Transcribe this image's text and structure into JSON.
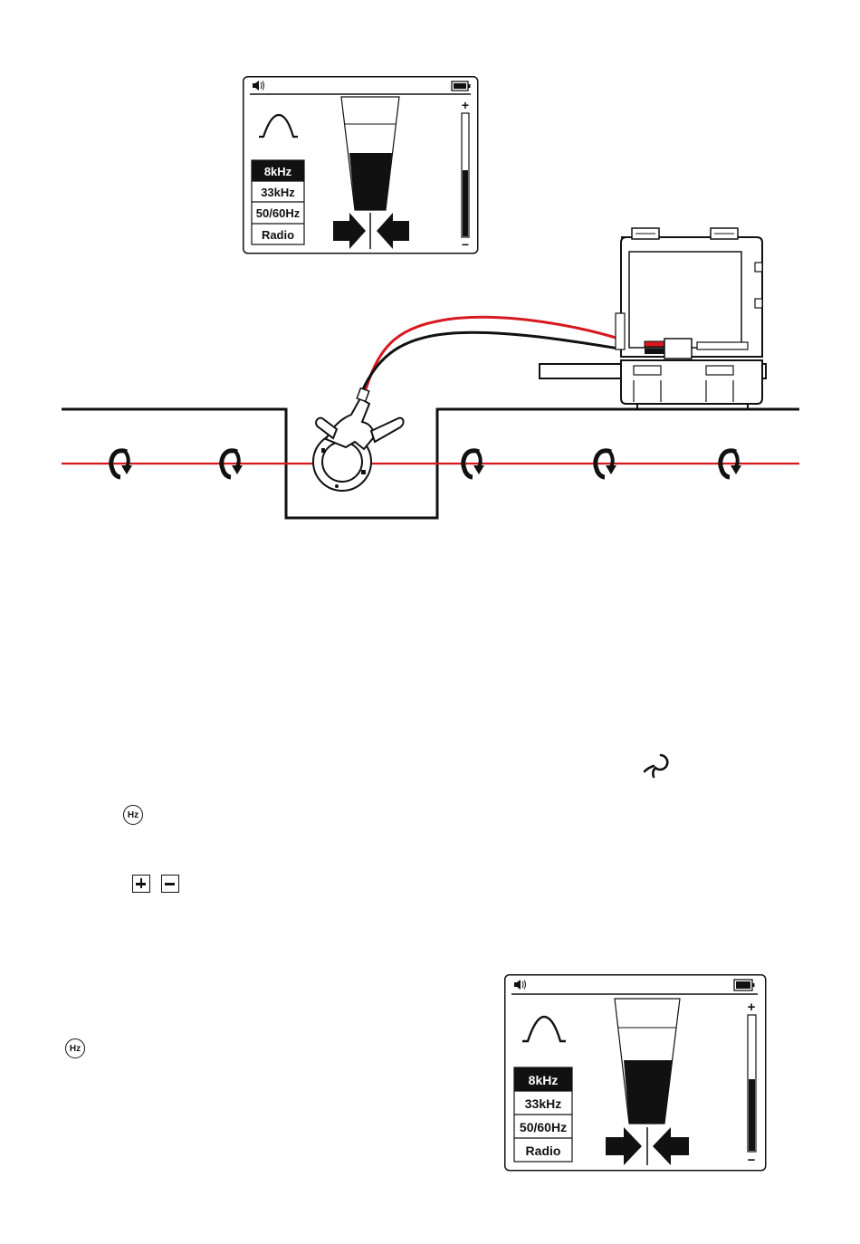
{
  "display_top": {
    "frequencies": [
      {
        "label": "8kHz",
        "selected": true
      },
      {
        "label": "33kHz",
        "selected": false
      },
      {
        "label": "50/60Hz",
        "selected": false
      },
      {
        "label": "Radio",
        "selected": false
      }
    ],
    "gain_plus": "+",
    "gain_minus": "−",
    "signal_level": 0.55,
    "gain_level": 0.55
  },
  "display_bottom": {
    "frequencies": [
      {
        "label": "8kHz",
        "selected": true
      },
      {
        "label": "33kHz",
        "selected": false
      },
      {
        "label": "50/60Hz",
        "selected": false
      },
      {
        "label": "Radio",
        "selected": false
      }
    ],
    "gain_plus": "+",
    "gain_minus": "−",
    "signal_level": 0.55,
    "gain_level": 0.55
  },
  "hz_button_label": "Hz",
  "colors": {
    "cable": "#d7191f",
    "lead_red": "#d7191f",
    "lead_black": "#111111",
    "ink": "#111111"
  },
  "icons": [
    "speaker-icon",
    "battery-icon",
    "peak-mode-icon",
    "left-arrow-icon",
    "right-arrow-icon",
    "rotation-arrow-icon",
    "clamp-icon",
    "transmitter-icon",
    "hz-button-icon",
    "plus-button-icon",
    "minus-button-icon"
  ]
}
